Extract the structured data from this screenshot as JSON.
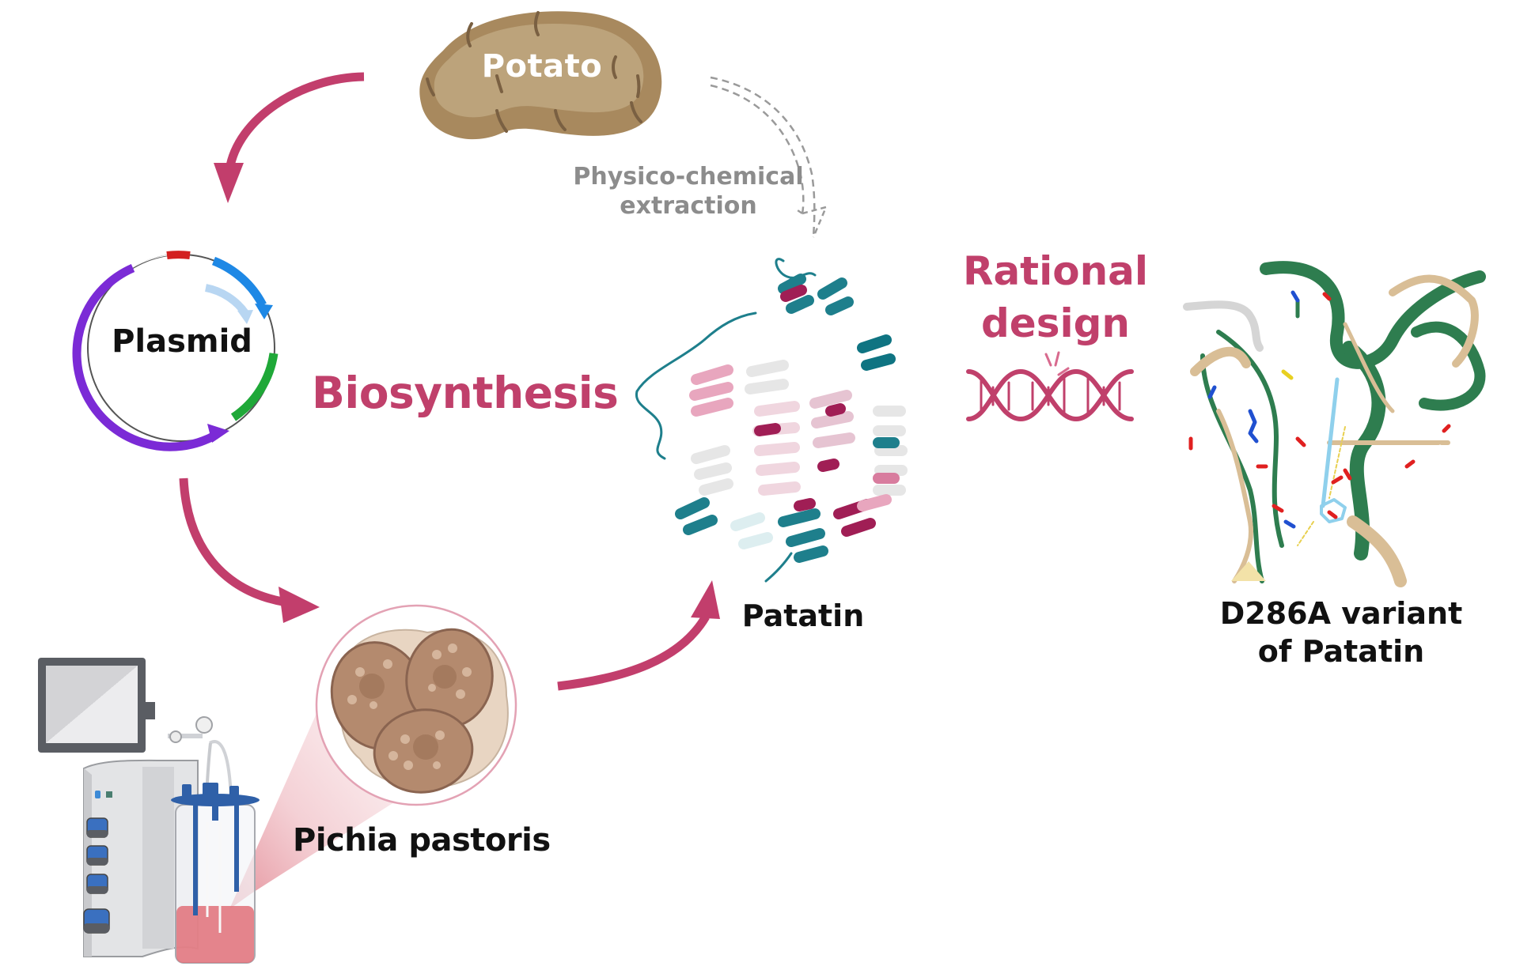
{
  "figure": {
    "title": "Patatin production and rational design workflow",
    "colors": {
      "arrow": "#C23E6C",
      "accent_text": "#C0406B",
      "muted_text": "#8C8C8C",
      "label_text": "#111111",
      "potato_outer": "#A8895E",
      "potato_inner": "#BCA37B",
      "plasmid_purple": "#7B2BD6",
      "plasmid_blue": "#1E88E5",
      "plasmid_red": "#D32020",
      "plasmid_green": "#1FA838",
      "protein_teal": "#1E7F8C",
      "protein_maroon": "#A01E55",
      "protein_pink": "#E8A6BE",
      "variant_green": "#2E7D4F",
      "variant_tan": "#D9BE96",
      "ligand_blue": "#8FD0EC",
      "cell_fill": "#B48A6E",
      "culture_red": "#E07078"
    }
  },
  "nodes": {
    "potato": {
      "label": "Potato",
      "icon": "potato-icon"
    },
    "extraction": {
      "line1": "Physico-chemical",
      "line2": "extraction",
      "icon": "dashed-curved-arrow-icon"
    },
    "plasmid": {
      "label": "Plasmid",
      "icon": "plasmid-icon"
    },
    "biosynthesis": {
      "label": "Biosynthesis"
    },
    "host": {
      "label": "Pichia pastoris",
      "icon": "yeast-cells-icon"
    },
    "bioreactor": {
      "icon": "bioreactor-icon"
    },
    "patatin": {
      "label": "Patatin",
      "icon": "protein-structure-icon"
    },
    "rational_design": {
      "line1": "Rational",
      "line2": "design",
      "icon": "dna-helix-icon"
    },
    "variant": {
      "line1": "D286A variant",
      "line2": "of Patatin",
      "icon": "mutant-structure-icon"
    }
  },
  "edges": [
    {
      "from": "potato",
      "to": "plasmid",
      "style": "solid"
    },
    {
      "from": "plasmid",
      "to": "host",
      "style": "solid"
    },
    {
      "from": "host",
      "to": "patatin",
      "style": "solid"
    },
    {
      "from": "potato",
      "to": "patatin",
      "style": "dashed",
      "label": "Physico-chemical extraction"
    },
    {
      "from": "patatin",
      "to": "variant",
      "style": "none",
      "label": "Rational design"
    }
  ]
}
